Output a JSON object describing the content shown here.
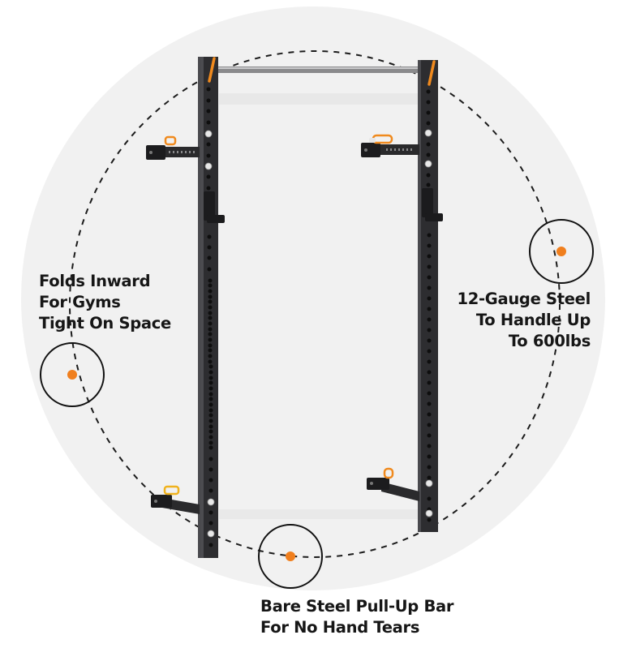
{
  "graphic": {
    "subject": "folding wall-mounted squat rack with pull-up bar",
    "background_circle_color": "#f1f1f1",
    "accent_color": "#f07f1e",
    "frame_color": "#2b2b2d"
  },
  "callouts": [
    {
      "id": "folds-inward",
      "marker": "orange-dot-circle",
      "lines": [
        "Folds Inward",
        "For Gyms",
        "Tight On Space"
      ]
    },
    {
      "id": "gauge-steel",
      "marker": "orange-dot-circle",
      "lines": [
        "12-Gauge Steel",
        "To Handle Up",
        "To 600lbs"
      ]
    },
    {
      "id": "pull-up-bar",
      "marker": "orange-dot-circle",
      "lines": [
        "Bare Steel Pull-Up Bar",
        "For No Hand Tears"
      ]
    }
  ]
}
